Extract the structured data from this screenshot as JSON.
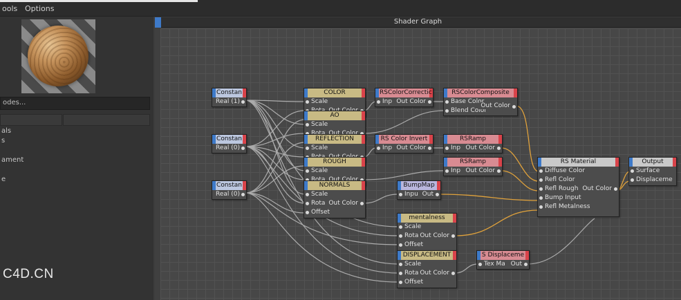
{
  "menu": {
    "items": [
      "ools",
      "Options"
    ]
  },
  "left_panel": {
    "search_text": "odes...",
    "tree_items": [
      "als",
      "s",
      "ament",
      "e"
    ],
    "watermark": "C4D.CN"
  },
  "graph": {
    "title": "Shader Graph",
    "nodes": {
      "constant_1": {
        "title": "Constan",
        "out": "Real (1)"
      },
      "constant_2": {
        "title": "Constan",
        "out": "Real (0)"
      },
      "constant_3": {
        "title": "Constan",
        "out": "Real (0)"
      },
      "color": {
        "title": "COLOR",
        "scale": "Scale",
        "rota": "Rota",
        "out": "Out Color"
      },
      "ao": {
        "title": "AO",
        "scale": "Scale",
        "rota": "Rota",
        "out": "Out Color"
      },
      "reflection": {
        "title": "REFLECTION",
        "scale": "Scale",
        "rota": "Rota",
        "out": "Out Color"
      },
      "rough": {
        "title": "ROUGH",
        "scale": "Scale",
        "rota": "Rota",
        "out": "Out Color"
      },
      "normals": {
        "title": "NORMALS",
        "scale": "Scale",
        "rota": "Rota",
        "out": "Out Color",
        "offset": "Offset"
      },
      "color_correction": {
        "title": "RSColorCorrectic",
        "in": "Inp",
        "out": "Out Color"
      },
      "color_composite": {
        "title": "RSColorComposite",
        "base": "Base Color",
        "blend": "Blend Color",
        "out": "Out Color"
      },
      "color_invert": {
        "title": "RS Color Invert",
        "in": "Inp",
        "out": "Out Color"
      },
      "ramp_1": {
        "title": "RSRamp",
        "in": "Inp",
        "out": "Out Color"
      },
      "ramp_2": {
        "title": "RSRamp",
        "in": "Inp",
        "out": "Out Color"
      },
      "bumpmap": {
        "title": "BumpMap",
        "in": "Inpu",
        "out": "Out"
      },
      "metalness": {
        "title": "mentalness",
        "scale": "Scale",
        "rota": "Rota",
        "out": "Out Color",
        "offset": "Offset"
      },
      "displacement_tex": {
        "title": "DISPLACEMENT",
        "scale": "Scale",
        "rota": "Rota",
        "out": "Out Color",
        "offset": "Offset"
      },
      "rs_displacement": {
        "title": "S Displaceme",
        "in": "Tex Ma",
        "out": "Out"
      },
      "rs_material": {
        "title": "RS Material",
        "inputs": [
          "Diffuse Color",
          "Refl Color",
          "Refl Rough",
          "Bump Input",
          "Refl Metalness"
        ],
        "out": "Out Color"
      },
      "output": {
        "title": "Output",
        "inputs": [
          "Surface",
          "Displaceme"
        ]
      }
    }
  },
  "colors": {
    "wire_gray": "#bdbdbd",
    "wire_orange": "#e0a23c",
    "port_blue": "#3e7ac9",
    "port_red": "#d9434a"
  }
}
